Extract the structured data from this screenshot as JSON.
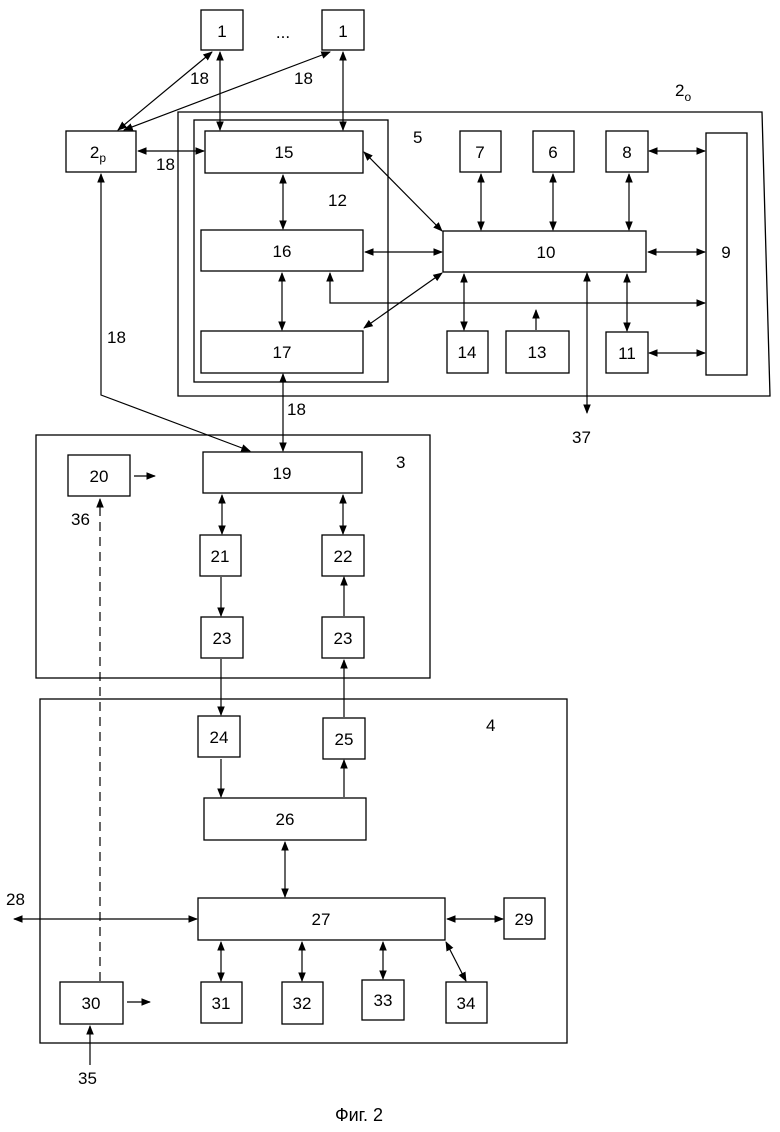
{
  "blocks": {
    "b1a": "1",
    "b1b": "1",
    "ellipsis": "...",
    "b2p": "2",
    "b2p_sub": "р",
    "b2o": "2",
    "b2o_sub": "о",
    "b5": "5",
    "b12": "12",
    "b15": "15",
    "b16": "16",
    "b17": "17",
    "b7": "7",
    "b6": "6",
    "b8": "8",
    "b9": "9",
    "b10": "10",
    "b14": "14",
    "b13": "13",
    "b11": "11",
    "b3": "3",
    "b19": "19",
    "b20": "20",
    "b21": "21",
    "b22": "22",
    "b23a": "23",
    "b23b": "23",
    "b4": "4",
    "b24": "24",
    "b25": "25",
    "b26": "26",
    "b27": "27",
    "b29": "29",
    "b30": "30",
    "b31": "31",
    "b32": "32",
    "b33": "33",
    "b34": "34"
  },
  "links": {
    "l18a": "18",
    "l18b": "18",
    "l18c": "18",
    "l18d": "18",
    "l18e": "18",
    "l28": "28",
    "l35": "35",
    "l36": "36",
    "l37": "37"
  },
  "caption": "Фиг. 2"
}
